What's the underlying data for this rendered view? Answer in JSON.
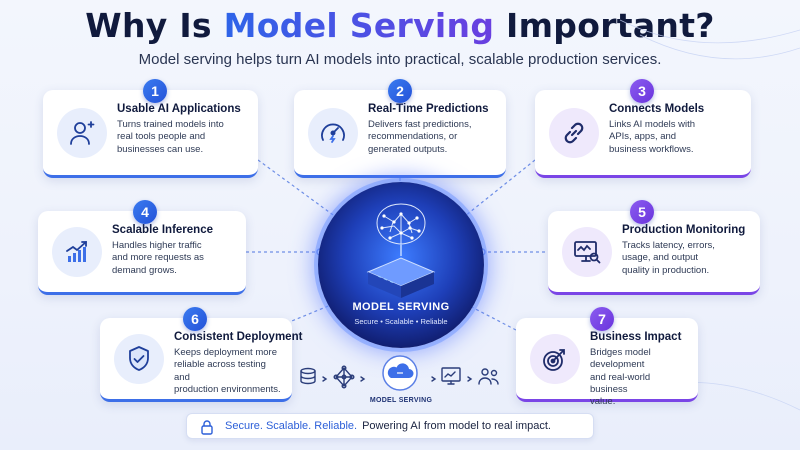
{
  "title": {
    "prefix": "Why Is ",
    "highlight": "Model Serving",
    "suffix": " Important?"
  },
  "subtitle": "Model serving helps turn AI models into practical, scalable production services.",
  "colors": {
    "blue": "#3d6fe8",
    "purple": "#7a45e6",
    "navy": "#101a3d"
  },
  "cards": [
    {
      "number": "1",
      "title": "Usable AI Applications",
      "lines": [
        "Turns trained models into",
        "real tools people and",
        "businesses can use."
      ],
      "icon": "user-sparkle-icon",
      "accent": "blue"
    },
    {
      "number": "2",
      "title": "Real-Time Predictions",
      "lines": [
        "Delivers fast predictions,",
        "recommendations, or",
        "generated outputs."
      ],
      "icon": "speedometer-icon",
      "accent": "blue"
    },
    {
      "number": "3",
      "title": "Connects Models",
      "lines": [
        "Links AI models with",
        "APIs, apps, and",
        "business workflows."
      ],
      "icon": "link-icon",
      "accent": "purple"
    },
    {
      "number": "4",
      "title": "Scalable Inference",
      "lines": [
        "Handles higher traffic",
        "and more requests as",
        "demand grows."
      ],
      "icon": "growth-chart-icon",
      "accent": "blue"
    },
    {
      "number": "5",
      "title": "Production Monitoring",
      "lines": [
        "Tracks latency, errors,",
        "usage, and output",
        "quality in production."
      ],
      "icon": "monitor-search-icon",
      "accent": "purple"
    },
    {
      "number": "6",
      "title": "Consistent Deployment",
      "lines": [
        "Keeps deployment more",
        "reliable across testing and",
        "production environments."
      ],
      "icon": "shield-check-icon",
      "accent": "blue"
    },
    {
      "number": "7",
      "title": "Business Impact",
      "lines": [
        "Bridges model development",
        "and real-world business",
        "value."
      ],
      "icon": "target-icon",
      "accent": "purple"
    }
  ],
  "hub": {
    "title": "MODEL SERVING",
    "subtitle": "Secure • Scalable • Reliable"
  },
  "flow": {
    "label": "MODEL SERVING",
    "steps": [
      "database-icon",
      "neural-network-icon",
      "cloud-icon",
      "dashboard-icon",
      "users-icon"
    ]
  },
  "footer": {
    "emphasis": "Secure. Scalable. Reliable.",
    "text": "Powering AI from model to real impact.",
    "icon": "lock-icon"
  }
}
